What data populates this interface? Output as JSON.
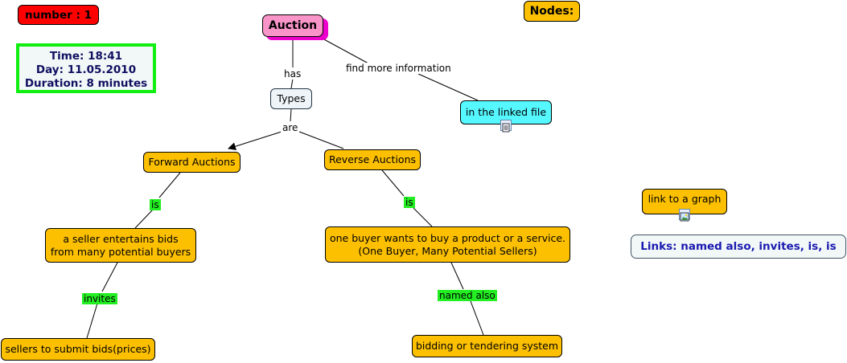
{
  "number_badge": "number : 1",
  "time_box": {
    "time": "Time: 18:41",
    "day": "Day: 11.05.2010",
    "duration": "Duration: 8 minutes"
  },
  "nodes_header": "Nodes:",
  "links_summary": "Links: named also, invites, is, is",
  "nodes": {
    "auction": "Auction",
    "types": "Types",
    "linked_file": "in the linked file",
    "forward": "Forward Auctions",
    "reverse": "Reverse Auctions",
    "seller_line1": "a seller entertains bids",
    "seller_line2": "from many potential buyers",
    "sellers_submit": "sellers to submit bids(prices)",
    "buyer_line1": "one buyer wants to buy a product or a service.",
    "buyer_line2": "(One Buyer, Many Potential Sellers)",
    "bidding": "bidding or tendering system",
    "graph_link": "link to a graph"
  },
  "links": {
    "has": "has",
    "find_more": "find more information",
    "are": "are",
    "is_left": "is",
    "is_right": "is",
    "invites": "invites",
    "named_also": "named also"
  },
  "icons": [
    "document-icon",
    "image-icon"
  ],
  "colors": {
    "node_fill": "#fcc000",
    "auction_fill": "#f894c8",
    "auction_shadow": "#ee00cc",
    "types_fill": "#eef4f8",
    "linked_file_fill": "#55f8ff",
    "link_label_green": "#22ee22",
    "badge_red": "#ff0000",
    "time_border": "#11ee11",
    "time_text": "#101060",
    "links_text": "#1a1ab0"
  }
}
